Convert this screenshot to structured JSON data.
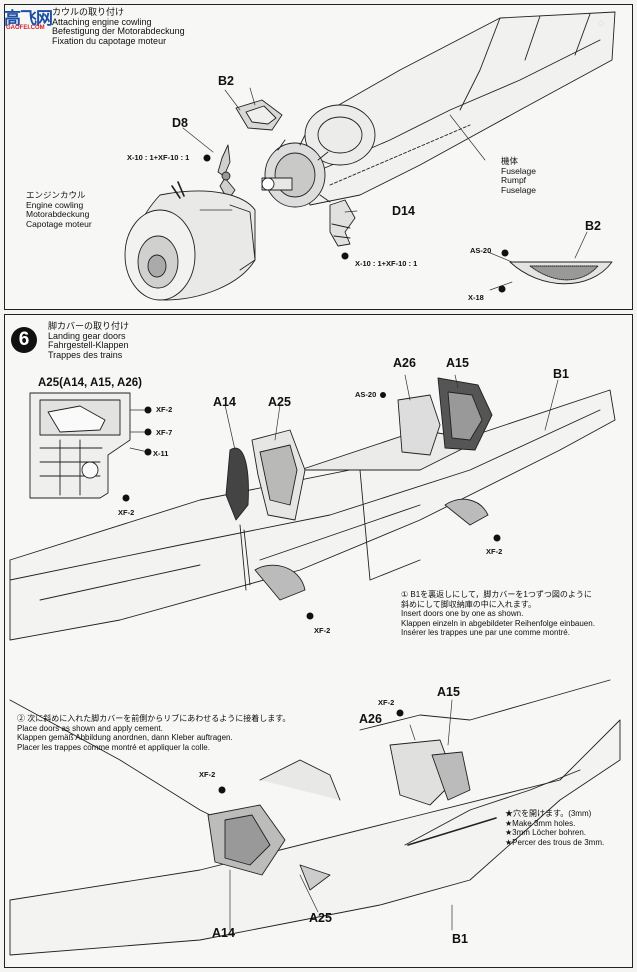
{
  "watermark": {
    "logo_text": "高飞网",
    "sub_text": "GAOFEI.COM"
  },
  "step5": {
    "title_lines": [
      "カウルの取り付け",
      "Attaching engine cowling",
      "Befestigung der Motorabdeckung",
      "Fixation du capotage moteur"
    ],
    "labels": {
      "b2_top": "B2",
      "d8": "D8",
      "mix1": "X-10 : 1+XF-10 : 1",
      "d14": "D14",
      "mix2": "X-10 : 1+XF-10 : 1",
      "b2_right": "B2",
      "as20": "AS-20",
      "x18": "X-18"
    },
    "cowling_lines": [
      "エンジンカウル",
      "Engine cowling",
      "Motorabdeckung",
      "Capotage moteur"
    ],
    "fuselage_lines": [
      "機体",
      "Fuselage",
      "Rumpf",
      "Fuselage"
    ]
  },
  "step6": {
    "number": "6",
    "title_lines": [
      "脚カバーの取り付け",
      "Landing gear doors",
      "Fahrgestell-Klappen",
      "Trappes des trains"
    ],
    "inset_label": "A25(A14, A15, A26)",
    "paints": {
      "xf2_a": "XF-2",
      "xf7": "XF-7",
      "x11": "X-11",
      "xf2_b": "XF-2",
      "xf2_c": "XF-2",
      "xf2_d": "XF-2",
      "xf2_e": "XF-2",
      "xf2_f": "XF-2",
      "as20": "AS-20"
    },
    "parts": {
      "a14_top": "A14",
      "a25_top": "A25",
      "a26_top": "A26",
      "a15_top": "A15",
      "b1_top": "B1",
      "a26_bot": "A26",
      "a15_bot": "A15",
      "a14_bot": "A14",
      "a25_bot": "A25",
      "b1_bot": "B1"
    },
    "note1_lines": [
      "① B1を裏返しにして，脚カバーを1つずつ図のように",
      "斜めにして脚収納庫の中に入れます。",
      "Insert doors one by one as shown.",
      "Klappen einzeln in abgebildeter Reihenfolge einbauen.",
      "Insérer les trappes une par une comme montré."
    ],
    "note2_lines": [
      "② 次に斜めに入れた脚カバーを前側からリブにあわせるように接着します。",
      "Place doors as shown and apply cement.",
      "Klappen gemäß Abbildung anordnen, dann Kleber auftragen.",
      "Placer les trappes comme montré et appliquer la colle."
    ],
    "holes_lines": [
      "★穴を開けます。(3mm)",
      "★Make 3mm holes.",
      "★3mm Löcher bohren.",
      "★Percer des trous de 3mm."
    ]
  }
}
